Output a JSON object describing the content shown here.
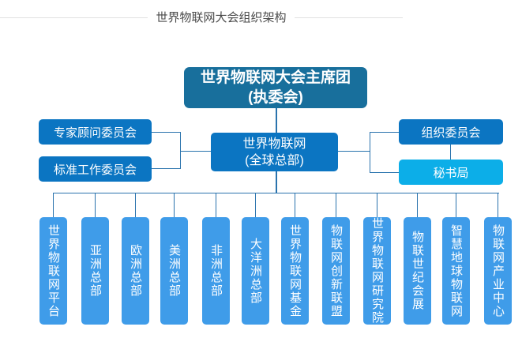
{
  "page": {
    "title": "世界物联网大会组织架构"
  },
  "org": {
    "root": {
      "line1": "世界物联网大会主席团",
      "line2": "(执委会)"
    },
    "hq": {
      "line1": "世界物联网",
      "line2": "(全球总部)"
    },
    "left_committees": [
      "专家顾问委员会",
      "标准工作委员会"
    ],
    "right_committees": [
      "组织委员会",
      "秘书局"
    ],
    "divisions": [
      "世界物联网平台",
      "亚洲总部",
      "欧洲总部",
      "美洲总部",
      "非洲总部",
      "大洋洲总部",
      "世界物联网基金",
      "物联网创新联盟",
      "世界物联网研究院",
      "物联世纪会展",
      "智慧地球物联网",
      "物联网产业中心"
    ]
  },
  "colors": {
    "root_box": "#186f9c",
    "primary_box": "#0b75c2",
    "secretariat_box": "#0caee8",
    "division_box": "#3f9ce9",
    "connector": "#2a73ad",
    "divider": "#e0e0e0",
    "title_text": "#4a4a4a",
    "box_text": "#ffffff"
  }
}
